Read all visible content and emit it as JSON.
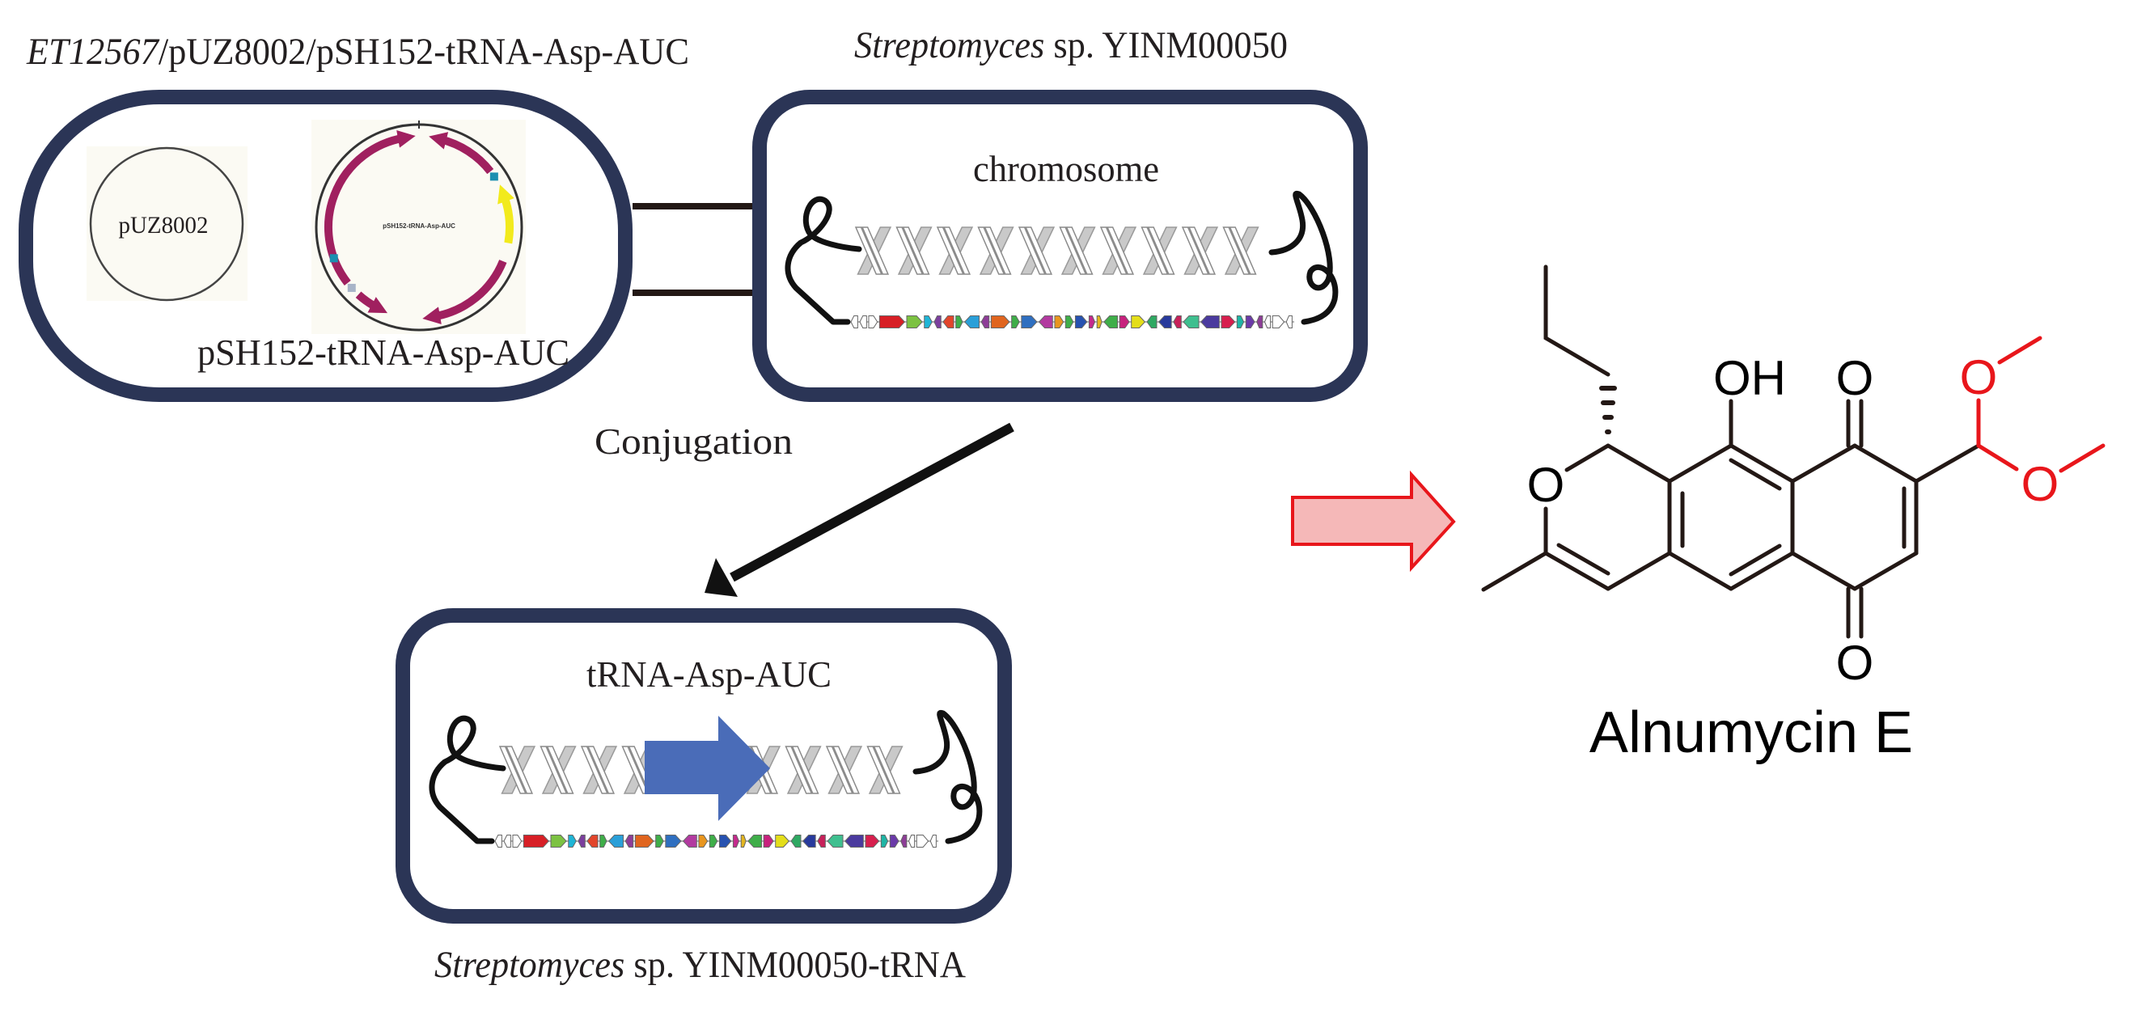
{
  "donor": {
    "strain_italic": "ET12567",
    "strain_rest": "/pUZ8002/pSH152-tRNA-Asp-AUC",
    "plasmid_helper": "pUZ8002",
    "plasmid_vector": "pSH152-tRNA-Asp-AUC",
    "plasmid_map_title": "pSH152-tRNA-Asp-AUC"
  },
  "recipient": {
    "genus": "Streptomyces",
    "rest": " sp. YINM00050",
    "chromosome_label": "chromosome"
  },
  "conjugation_label": "Conjugation",
  "engineered_strain": {
    "insert_label": "tRNA-Asp-AUC",
    "genus": "Streptomyces",
    "rest": " sp. YINM00050-tRNA"
  },
  "compound": {
    "name": "Alnumycin E",
    "atom_oh": "OH",
    "atom_o": "O"
  },
  "colors": {
    "cell_border": "#2b3556",
    "insert_arrow": "#4a6cb8",
    "product_arrow_fill": "#f5b8b8",
    "product_arrow_stroke": "#e8161b",
    "highlight_atoms": "#e8161b",
    "plasmid_feature": "#a0205f",
    "plasmid_marker": "#f2ea1c"
  },
  "gene_cluster": [
    {
      "color": "#ffffff",
      "dir": "left"
    },
    {
      "color": "#ffffff",
      "dir": "left"
    },
    {
      "color": "#ffffff",
      "dir": "right"
    },
    {
      "color": "#d71f26",
      "dir": "right"
    },
    {
      "color": "#7cc242",
      "dir": "right"
    },
    {
      "color": "#1fb5d6",
      "dir": "right"
    },
    {
      "color": "#7b3f9e",
      "dir": "left"
    },
    {
      "color": "#e2452b",
      "dir": "left"
    },
    {
      "color": "#3fae49",
      "dir": "right"
    },
    {
      "color": "#2a9fd8",
      "dir": "left"
    },
    {
      "color": "#8d3d97",
      "dir": "left"
    },
    {
      "color": "#e0651f",
      "dir": "right"
    },
    {
      "color": "#3fae49",
      "dir": "right"
    },
    {
      "color": "#2f6fc0",
      "dir": "right"
    },
    {
      "color": "#b23aa0",
      "dir": "left"
    },
    {
      "color": "#e8951f",
      "dir": "right"
    },
    {
      "color": "#3fae49",
      "dir": "right"
    },
    {
      "color": "#2752b0",
      "dir": "right"
    },
    {
      "color": "#c42a8c",
      "dir": "right"
    },
    {
      "color": "#e3b51f",
      "dir": "right"
    },
    {
      "color": "#3fae49",
      "dir": "left"
    },
    {
      "color": "#c7217d",
      "dir": "right"
    },
    {
      "color": "#e4de1a",
      "dir": "right"
    },
    {
      "color": "#2fa862",
      "dir": "left"
    },
    {
      "color": "#283a9c",
      "dir": "left"
    },
    {
      "color": "#c7215a",
      "dir": "left"
    },
    {
      "color": "#3fbf8f",
      "dir": "left"
    },
    {
      "color": "#4a3a9e",
      "dir": "left"
    },
    {
      "color": "#d71f4e",
      "dir": "right"
    },
    {
      "color": "#1fb5a5",
      "dir": "right"
    },
    {
      "color": "#6a3aa8",
      "dir": "right"
    },
    {
      "color": "#8d3d97",
      "dir": "left"
    },
    {
      "color": "#ffffff",
      "dir": "left"
    },
    {
      "color": "#ffffff",
      "dir": "right"
    },
    {
      "color": "#ffffff",
      "dir": "left"
    }
  ]
}
